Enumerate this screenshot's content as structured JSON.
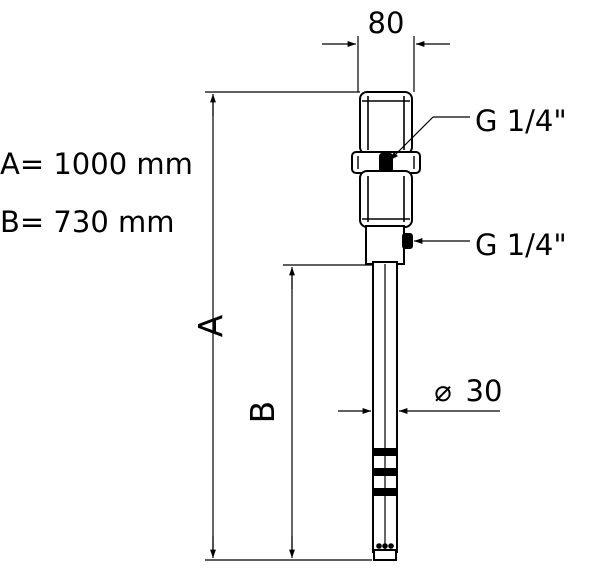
{
  "specs": {
    "a_spec": "A= 1000 mm",
    "b_spec": "B= 730 mm"
  },
  "dimensions": {
    "top_width": "80",
    "diameter_symbol": "⌀",
    "diameter_value": "30",
    "label_a": "A",
    "label_b": "B"
  },
  "connections": {
    "upper_port": "G 1/4\"",
    "lower_port": "G 1/4\""
  },
  "colors": {
    "line": "#000000",
    "body": "#ffffff"
  }
}
